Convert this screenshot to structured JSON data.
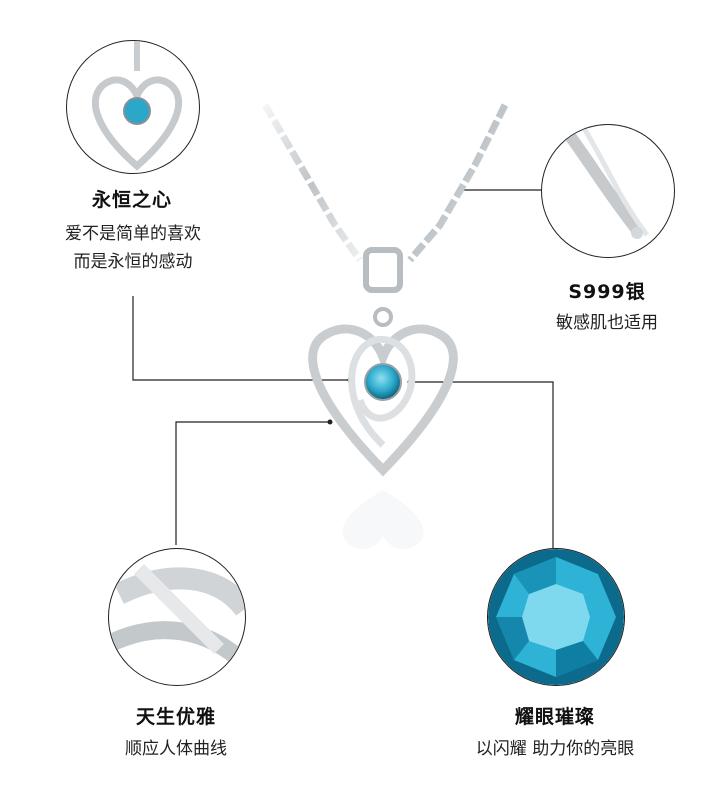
{
  "features": [
    {
      "title": "永恒之心",
      "lines": [
        "爱不是简单的喜欢",
        "而是永恒的感动"
      ]
    },
    {
      "title": "S999银",
      "lines": [
        "敏感肌也适用"
      ]
    },
    {
      "title": "天生优雅",
      "lines": [
        "顺应人体曲线"
      ]
    },
    {
      "title": "耀眼璀璨",
      "lines": [
        "以闪耀 助力你的亮眼"
      ]
    }
  ],
  "colors": {
    "stone": "#2aa7c9",
    "silver": "#d9dde0",
    "line": "#222222"
  }
}
